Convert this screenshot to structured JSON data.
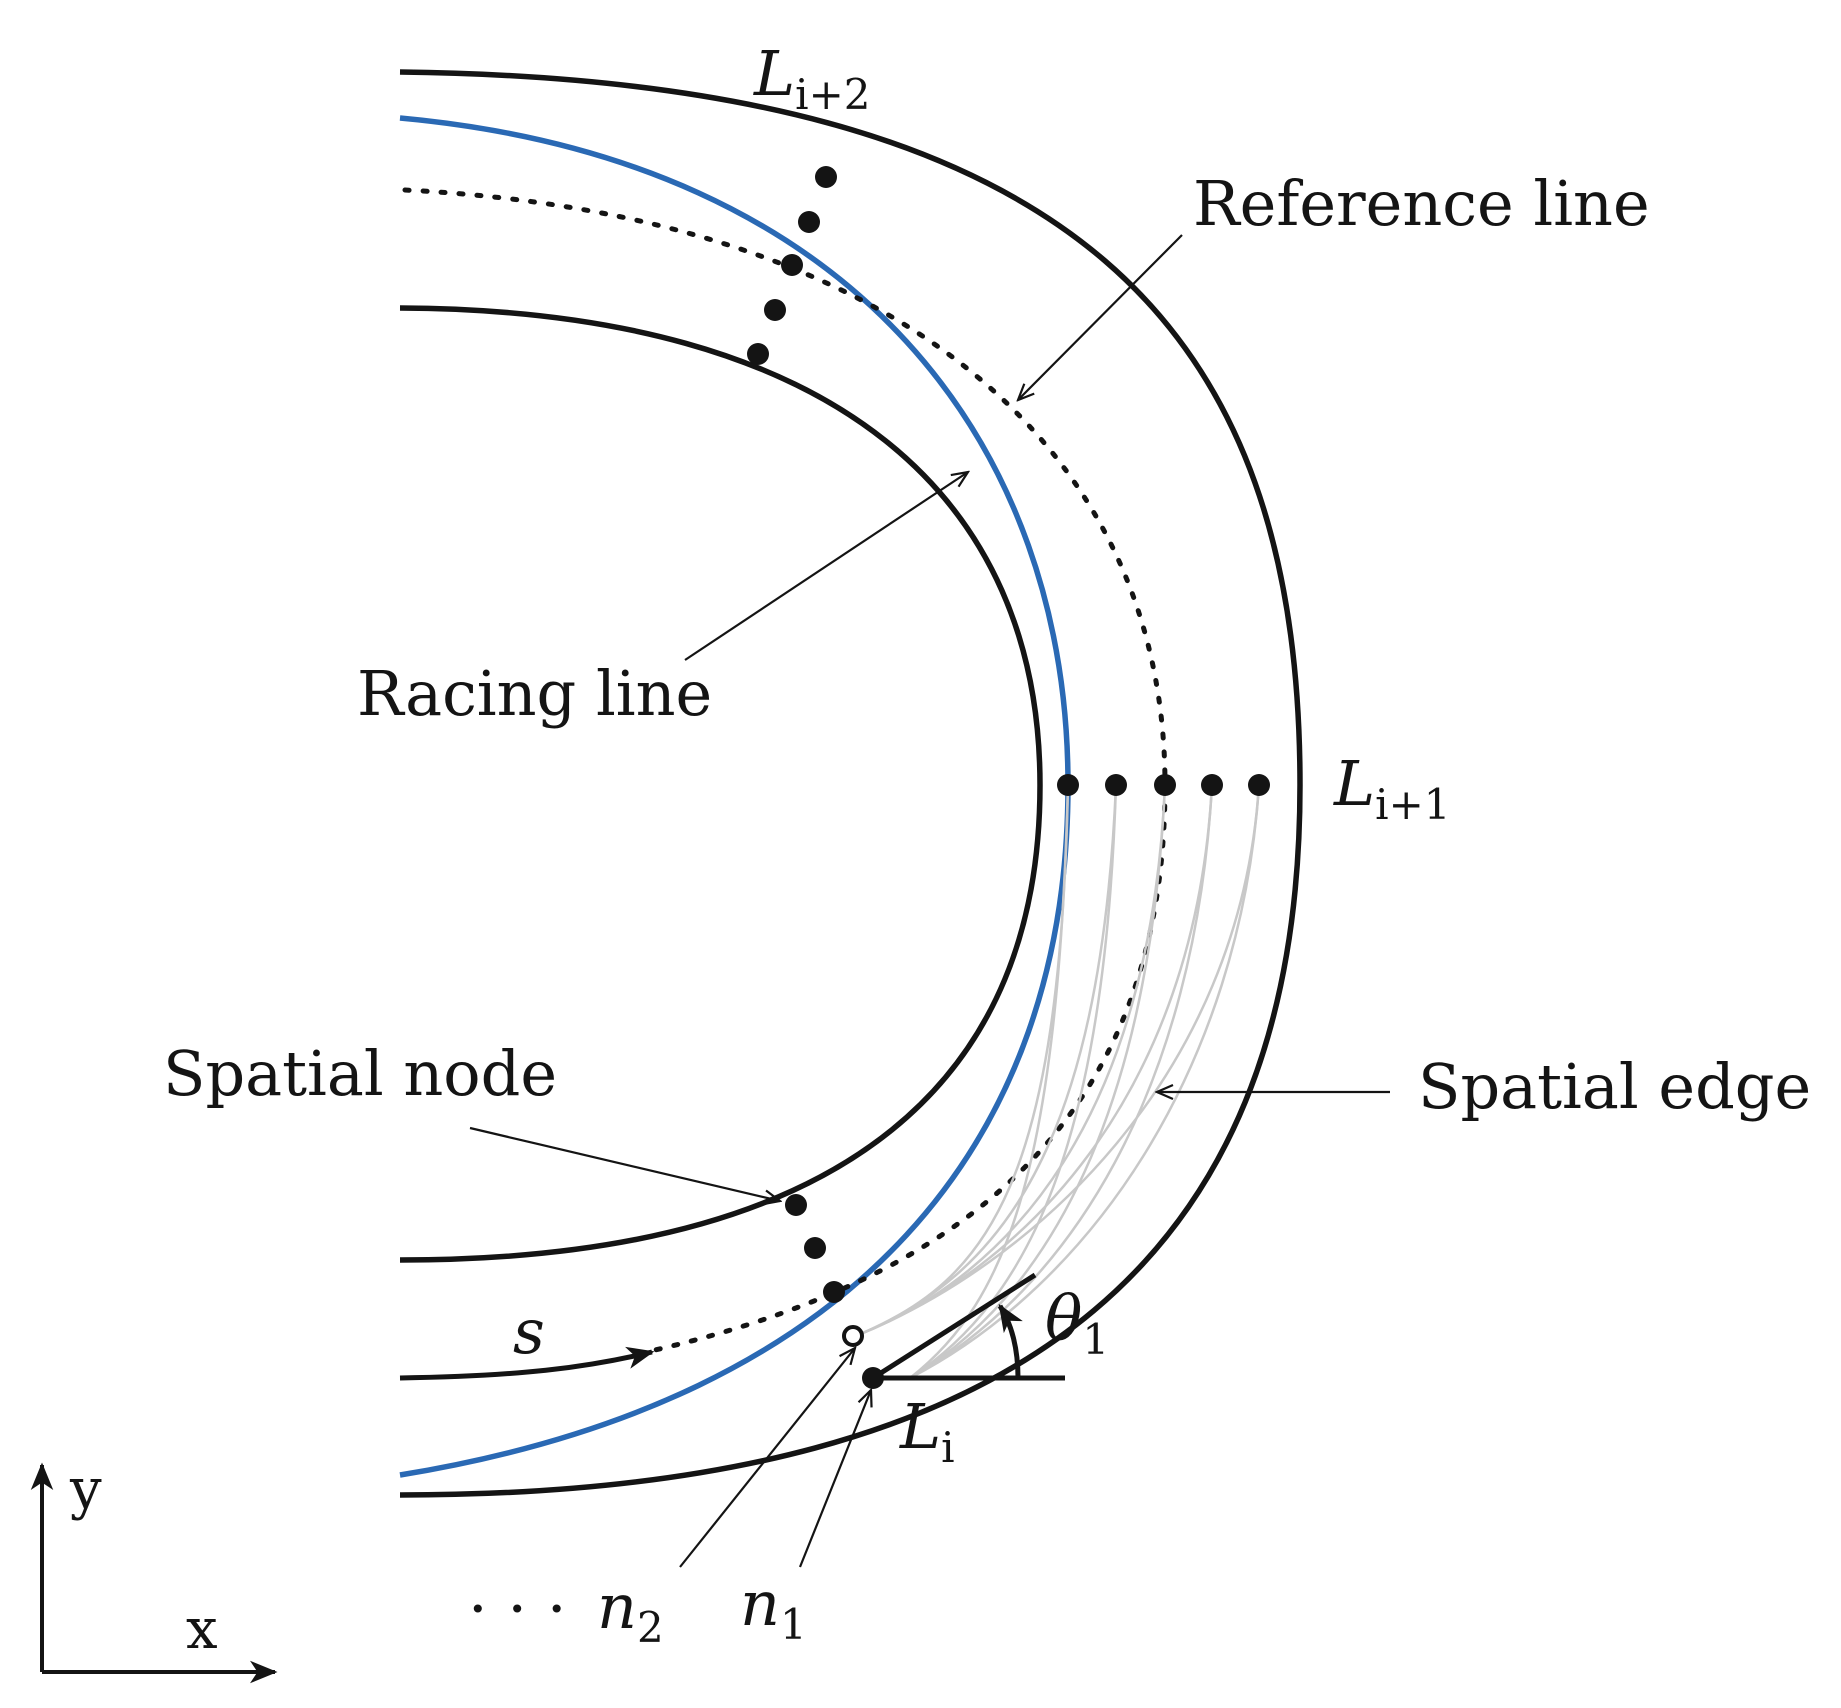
{
  "labels": {
    "reference_line": "Reference line",
    "racing_line": "Racing line",
    "spatial_node": "Spatial node",
    "spatial_edge": "Spatial edge",
    "layer_i": {
      "base": "L",
      "sub": "i"
    },
    "layer_i1": {
      "base": "L",
      "sub": "i+1"
    },
    "layer_i2": {
      "base": "L",
      "sub": "i+2"
    },
    "n1": {
      "base": "n",
      "sub": "1"
    },
    "n2": {
      "base": "n",
      "sub": "2"
    },
    "ellipsis": "· · ·",
    "theta1": {
      "base": "θ",
      "sub": "1"
    },
    "s": "s",
    "x_axis": "x",
    "y_axis": "y"
  },
  "colors": {
    "track_boundary": "#141414",
    "racing_line": "#2a69b4",
    "spatial_edge": "#c8c8c8"
  }
}
